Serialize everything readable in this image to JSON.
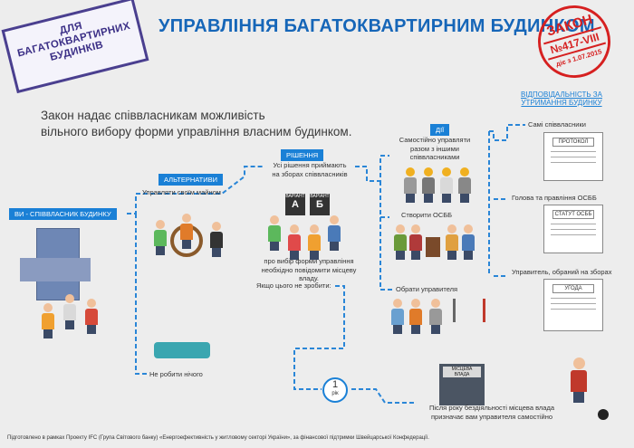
{
  "stamp_left": {
    "line1": "ДЛЯ",
    "line2": "БАГАТОКВАРТИРНИХ",
    "line3": "БУДИНКІВ"
  },
  "title": "УПРАВЛІННЯ БАГАТОКВАРТИРНИМ БУДИНКОМ",
  "law_stamp": {
    "line1": "ЗАКОН",
    "line2": "№417-VIII",
    "line3": "діє з 1.07.2015"
  },
  "intro": {
    "line1": "Закон надає співвласникам можливість",
    "line2": "вільного вибору форми управління власним будинком."
  },
  "owner_label": "ВИ - СПІВВЛАСНИК БУДИНКУ",
  "alternatives": {
    "label": "АЛЬТЕРНАТИВИ",
    "manage_own": "Управляти своїм майном",
    "do_nothing": "Не робити нічого"
  },
  "decision": {
    "label": "РІШЕННЯ",
    "text1": "Усі рішення приймають",
    "text2": "на зборах співвласників",
    "ballot_a_label": "ВАРІАНТ",
    "ballot_a_letter": "А",
    "ballot_b_label": "ВАРІАНТ",
    "ballot_b_letter": "Б",
    "notice1": "про вибір форми управління",
    "notice2": "необхідно повідомити місцеву владу.",
    "if_not": "Якщо цього не зробити:"
  },
  "actions": {
    "label": "ДІЇ",
    "self1": "Самостійно управляти",
    "self2": "разом з іншими",
    "self3": "співвласниками",
    "osbb": "Створити ОСББ",
    "manager": "Обрати управителя"
  },
  "responsibility": {
    "header1": "ВІДПОВІДАЛЬНІСТЬ ЗА",
    "header2": "УТРИМАННЯ БУДИНКУ",
    "r1": "Самі співвласники",
    "r2": "Голова та правління ОСББ",
    "r3": "Управитель, обраний на зборах",
    "doc1": "ПРОТОКОЛ",
    "doc2": "СТАТУТ ОСББ",
    "doc3": "УГОДА"
  },
  "timer": {
    "num": "1",
    "unit": "рік"
  },
  "city": {
    "sign1": "МІСЦЕВА",
    "sign2": "ВЛАДА",
    "text1": "Після року бездіяльності місцева влада",
    "text2": "призначає вам управителя самостійно"
  },
  "footer": "Підготовлено в рамках Проекту IFC (Група Світового банку) «Енергоефективність у житловому секторі України», за фінансової підтримки Швейцарської Конфедерації.",
  "colors": {
    "accent": "#1a80d6",
    "title": "#1666b8",
    "stamp": "#3b2f86",
    "law": "#d62020"
  }
}
